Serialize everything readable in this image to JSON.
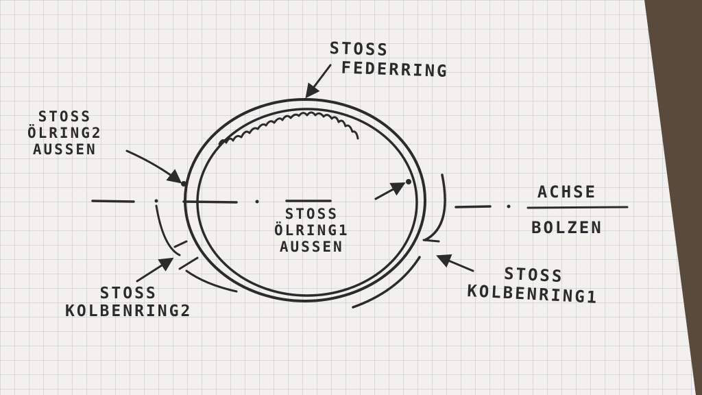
{
  "labels": {
    "federring": {
      "line1": "STOSS",
      "line2": "FEDERRING"
    },
    "oelring2": {
      "line1": "STOSS",
      "line2": "ÖLRING2",
      "line3": "AUSSEN"
    },
    "oelring1": {
      "line1": "STOSS",
      "line2": "ÖLRING1",
      "line3": "AUSSEN"
    },
    "achse": {
      "line1": "ACHSE",
      "line2": "BOLZEN"
    },
    "kolbenring2": {
      "line1": "STOSS",
      "line2": "KOLBENRING2"
    },
    "kolbenring1": {
      "line1": "STOSS",
      "line2": "KOLBENRING1"
    }
  },
  "colors": {
    "paper": "#f2f1ee",
    "grid": "#b9bfc8",
    "ink": "#2b2b2b",
    "background": "#5a4a3c"
  }
}
